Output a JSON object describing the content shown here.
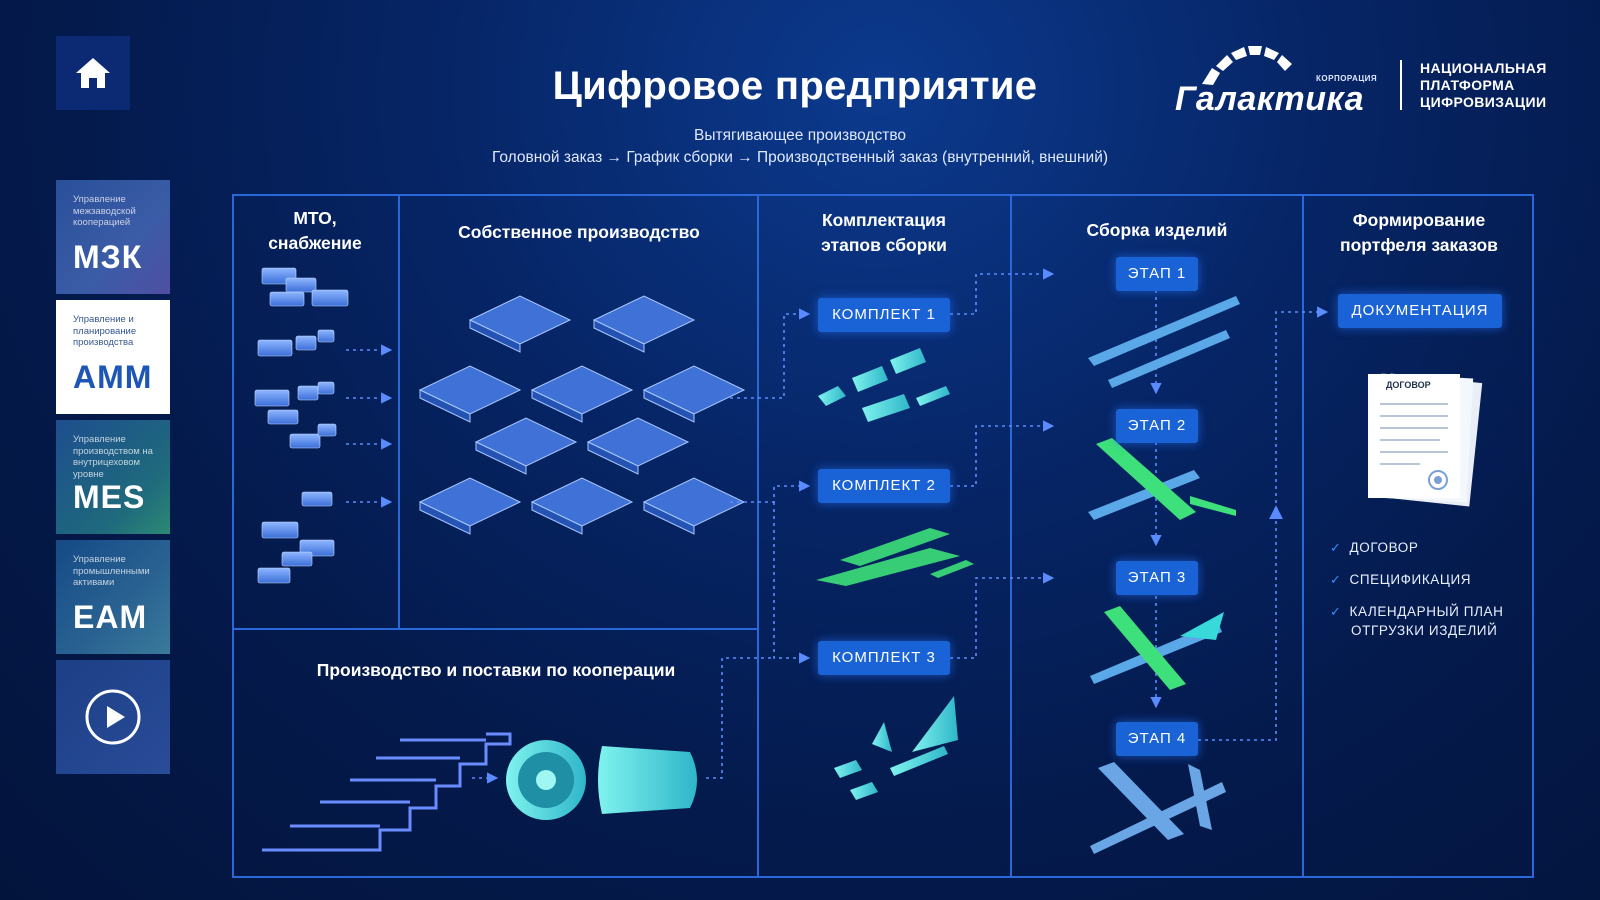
{
  "home": {
    "icon": "home-icon"
  },
  "modules": [
    {
      "subtitle": "Управление межзаводской кооперацией",
      "code": "МЗК"
    },
    {
      "subtitle": "Управление и планирование производства",
      "code": "АММ"
    },
    {
      "subtitle": "Управление производством на внутрицеховом уровне",
      "code": "MES"
    },
    {
      "subtitle": "Управление промышленными активами",
      "code": "EAM"
    }
  ],
  "play": {
    "icon": "play-icon"
  },
  "header": {
    "title": "Цифровое предприятие",
    "subtitle": "Вытягивающее производство",
    "flow": "Головной заказ → График сборки → Производственный заказ (внутренний, внешний)"
  },
  "logo": {
    "corp": "КОРПОРАЦИЯ",
    "name": "Галактика",
    "tagline_1": "НАЦИОНАЛЬНАЯ",
    "tagline_2": "ПЛАТФОРМА",
    "tagline_3": "ЦИФРОВИЗАЦИИ"
  },
  "columns": {
    "mto_1": "МТО,",
    "mto_2": "снабжение",
    "own": "Собственное производство",
    "kit_1": "Комплектация",
    "kit_2": "этапов сборки",
    "assembly": "Сборка изделий",
    "portfolio_1": "Формирование",
    "portfolio_2": "портфеля заказов",
    "coop": "Производство и поставки по кооперации"
  },
  "kits": [
    "КОМПЛЕКТ 1",
    "КОМПЛЕКТ 2",
    "КОМПЛЕКТ 3"
  ],
  "stages": [
    "ЭТАП 1",
    "ЭТАП 2",
    "ЭТАП 3",
    "ЭТАП 4"
  ],
  "documentation": {
    "button": "ДОКУМЕНТАЦИЯ",
    "contract_label": "ДОГОВОР",
    "items": [
      "ДОГОВОР",
      "СПЕЦИФИКАЦИЯ",
      "КАЛЕНДАРНЫЙ ПЛАН",
      "ОТГРУЗКИ ИЗДЕЛИЙ"
    ]
  },
  "colors": {
    "accent": "#1a63d6",
    "frame": "#2a67d8",
    "green": "#3de07a",
    "cyan": "#38d9d9",
    "sky": "#5aa8e8"
  }
}
